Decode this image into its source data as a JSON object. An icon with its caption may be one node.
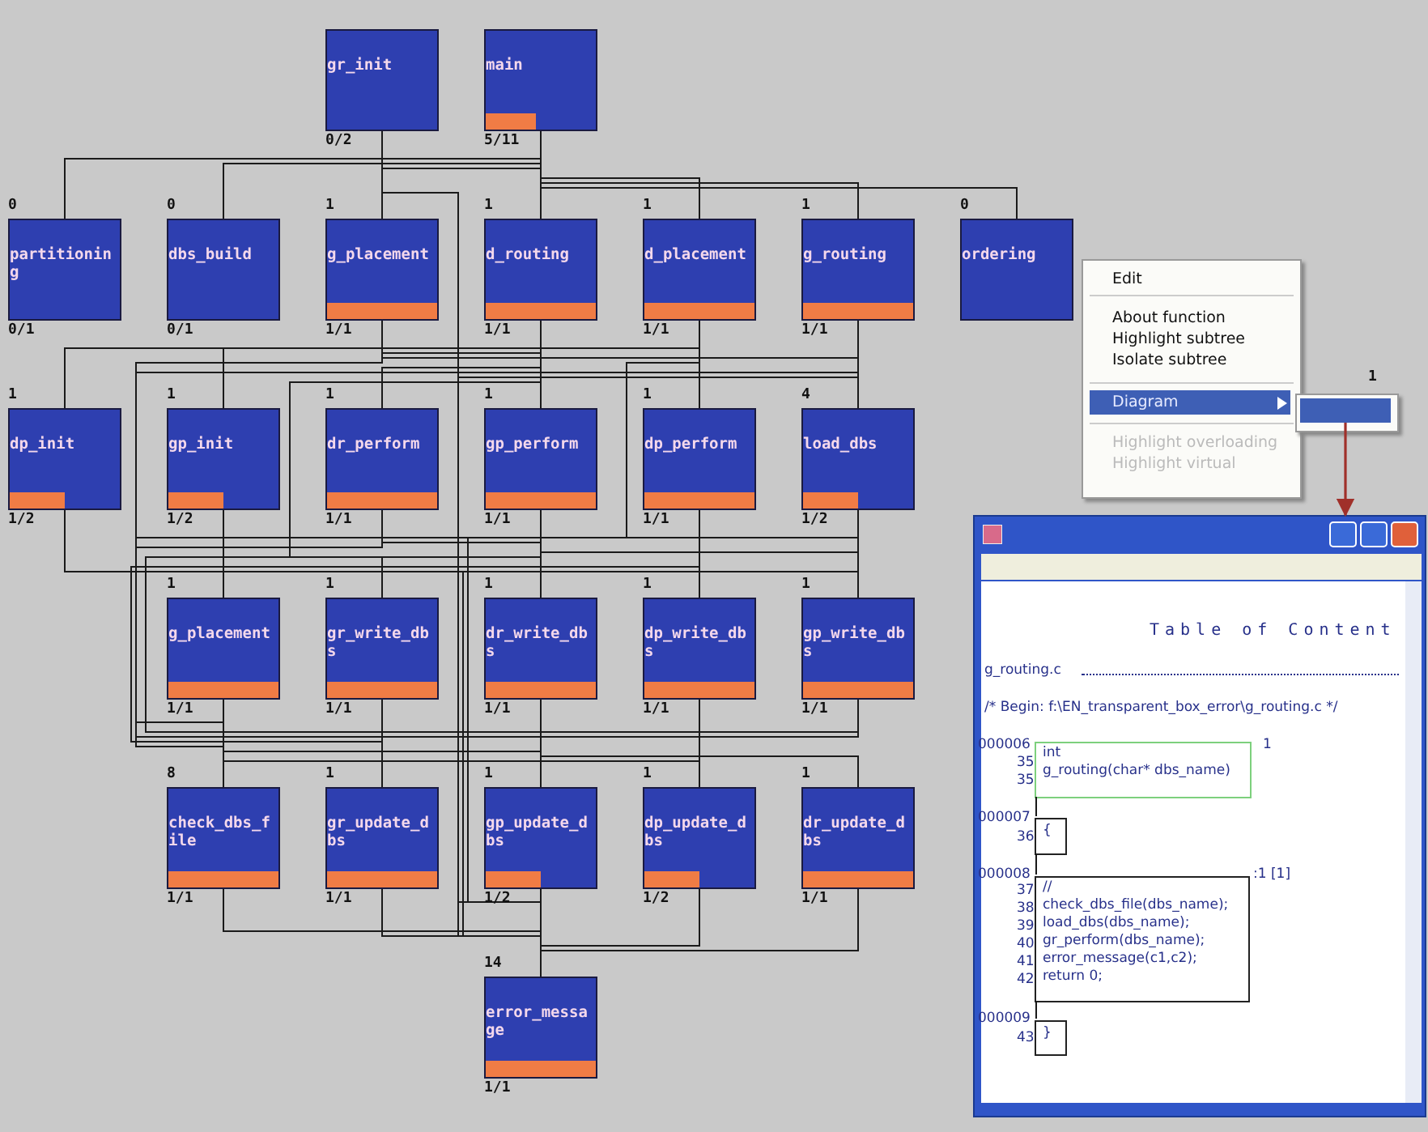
{
  "diagram": {
    "nodes": [
      {
        "text": [
          "gr_init"
        ],
        "beside": [
          "0/2"
        ]
      },
      {
        "text": [
          "main"
        ],
        "beside": [
          "5/11"
        ]
      },
      {
        "text": [
          "partitioning"
        ],
        "beside": [
          "0",
          "0/1"
        ]
      },
      {
        "text": [
          "dbs_build"
        ],
        "beside": [
          "0",
          "0/1"
        ]
      },
      {
        "text": [
          "g_placement"
        ],
        "beside": [
          "1",
          "1/1"
        ]
      },
      {
        "text": [
          "d_routing"
        ],
        "beside": [
          "1",
          "1/1"
        ]
      },
      {
        "text": [
          "d_placement"
        ],
        "beside": [
          "1",
          "1/1"
        ]
      },
      {
        "text": [
          "g_routing"
        ],
        "beside": [
          "1",
          "1/1"
        ]
      },
      {
        "text": [
          "ordering"
        ],
        "beside": [
          "0"
        ]
      },
      {
        "text": [
          "dp_init"
        ],
        "beside": [
          "1",
          "1/2"
        ]
      },
      {
        "text": [
          "gp_init"
        ],
        "beside": [
          "1",
          "1/2"
        ]
      },
      {
        "text": [
          "dr_perform"
        ],
        "beside": [
          "1",
          "1/1"
        ]
      },
      {
        "text": [
          "gp_perform"
        ],
        "beside": [
          "1",
          "1/1"
        ]
      },
      {
        "text": [
          "dp_perform"
        ],
        "beside": [
          "1",
          "1/1"
        ]
      },
      {
        "text": [
          "load_dbs"
        ],
        "beside": [
          "4",
          "1/2"
        ]
      },
      {
        "text": [
          "g_placement"
        ],
        "beside": [
          "1",
          "1/1"
        ]
      },
      {
        "text": [
          "gr_write_dbs"
        ],
        "beside": [
          "1",
          "1/1"
        ]
      },
      {
        "text": [
          "dr_write_dbs"
        ],
        "beside": [
          "1",
          "1/1"
        ]
      },
      {
        "text": [
          "dp_write_dbs"
        ],
        "beside": [
          "1",
          "1/1"
        ]
      },
      {
        "text": [
          "gp_write_dbs"
        ],
        "beside": [
          "1",
          "1/1"
        ]
      },
      {
        "text": [
          "check_dbs_file"
        ],
        "beside": [
          "8",
          "1/1"
        ]
      },
      {
        "text": [
          "gr_update_dbs"
        ],
        "beside": [
          "1",
          "1/1"
        ]
      },
      {
        "text": [
          "gp_update_dbs"
        ],
        "beside": [
          "1",
          "1/2"
        ]
      },
      {
        "text": [
          "dp_update_dbs"
        ],
        "beside": [
          "1",
          "1/2"
        ]
      },
      {
        "text": [
          "dr_update_dbs"
        ],
        "beside": [
          "1",
          "1/1"
        ]
      },
      {
        "text": [
          "error_message"
        ],
        "beside": [
          "14",
          "1/1"
        ]
      },
      {
        "text": [],
        "shape": "bar"
      },
      {
        "text": [
          "Table of Content",
          "g_routing.c",
          "/* Begin: f:\\EN_transparent_box_error\\g_routing.c */"
        ]
      },
      {
        "text": [
          "int",
          "g_routing(char* dbs_name)"
        ],
        "in": 27
      },
      {
        "text": [
          "{"
        ],
        "in": 27
      },
      {
        "text": [
          "//",
          "check_dbs_file(dbs_name);",
          "load_dbs(dbs_name);",
          "gr_perform(dbs_name);",
          "error_message(c1,c2);",
          "return 0;"
        ],
        "in": 27
      },
      {
        "text": [
          "}"
        ],
        "in": 27
      }
    ],
    "edges": [
      {
        "from": 1,
        "to": 2,
        "arrow": "none"
      },
      {
        "from": 1,
        "to": 3,
        "arrow": "none"
      },
      {
        "from": 1,
        "to": 4,
        "arrow": "none"
      },
      {
        "from": 1,
        "to": 5,
        "arrow": "none"
      },
      {
        "from": 1,
        "to": 6,
        "arrow": "none"
      },
      {
        "from": 1,
        "to": 7,
        "arrow": "none"
      },
      {
        "from": 1,
        "to": 8,
        "arrow": "none"
      },
      {
        "from": 0,
        "to": 25,
        "arrow": "none"
      },
      {
        "from": 4,
        "to": 10,
        "arrow": "none"
      },
      {
        "from": 4,
        "to": 12,
        "arrow": "none"
      },
      {
        "from": 4,
        "to": 14,
        "arrow": "none"
      },
      {
        "from": 4,
        "to": 15,
        "arrow": "none"
      },
      {
        "from": 5,
        "to": 11,
        "arrow": "none"
      },
      {
        "from": 5,
        "to": 13,
        "arrow": "none"
      },
      {
        "from": 5,
        "to": 14,
        "arrow": "none"
      },
      {
        "from": 5,
        "to": 16,
        "arrow": "none"
      },
      {
        "from": 6,
        "to": 9,
        "arrow": "none"
      },
      {
        "from": 6,
        "to": 13,
        "arrow": "none"
      },
      {
        "from": 6,
        "to": 14,
        "arrow": "none"
      },
      {
        "from": 6,
        "to": 18,
        "arrow": "none"
      },
      {
        "from": 7,
        "to": 14,
        "arrow": "none"
      },
      {
        "from": 7,
        "to": 20,
        "arrow": "none"
      },
      {
        "from": 7,
        "to": 25,
        "arrow": "none"
      },
      {
        "from": 9,
        "to": 25,
        "arrow": "none"
      },
      {
        "from": 10,
        "to": 25,
        "arrow": "none"
      },
      {
        "from": 11,
        "to": 17,
        "arrow": "none"
      },
      {
        "from": 11,
        "to": 20,
        "arrow": "none"
      },
      {
        "from": 12,
        "to": 19,
        "arrow": "none"
      },
      {
        "from": 12,
        "to": 20,
        "arrow": "none"
      },
      {
        "from": 13,
        "to": 18,
        "arrow": "none"
      },
      {
        "from": 13,
        "to": 20,
        "arrow": "none"
      },
      {
        "from": 14,
        "to": 20,
        "arrow": "none"
      },
      {
        "from": 14,
        "to": 25,
        "arrow": "none"
      },
      {
        "from": 15,
        "to": 20,
        "arrow": "none"
      },
      {
        "from": 15,
        "to": 22,
        "arrow": "none"
      },
      {
        "from": 16,
        "to": 20,
        "arrow": "none"
      },
      {
        "from": 16,
        "to": 21,
        "arrow": "none"
      },
      {
        "from": 17,
        "to": 20,
        "arrow": "none"
      },
      {
        "from": 17,
        "to": 24,
        "arrow": "none"
      },
      {
        "from": 18,
        "to": 20,
        "arrow": "none"
      },
      {
        "from": 18,
        "to": 23,
        "arrow": "none"
      },
      {
        "from": 19,
        "to": 20,
        "arrow": "none"
      },
      {
        "from": 19,
        "to": 22,
        "arrow": "none"
      },
      {
        "from": 20,
        "to": 25,
        "arrow": "none"
      },
      {
        "from": 21,
        "to": 25,
        "arrow": "none"
      },
      {
        "from": 22,
        "to": 25,
        "arrow": "none"
      },
      {
        "from": 23,
        "to": 25,
        "arrow": "none"
      },
      {
        "from": 24,
        "to": 25,
        "arrow": "none"
      },
      {
        "from": 26,
        "to": 27,
        "arrow": "to",
        "color": "#a0302a"
      },
      {
        "from": 28,
        "to": 29,
        "arrow": "none"
      },
      {
        "from": 29,
        "to": 30,
        "arrow": "none"
      },
      {
        "from": 30,
        "to": 31,
        "arrow": "none"
      }
    ],
    "labels": [
      "Edit",
      "About function",
      "Highlight subtree",
      "Isolate subtree",
      "Diagram",
      "Highlight overloading",
      "Highlight virtual",
      "1",
      "000006",
      "35",
      "35",
      "1",
      "000007",
      "36",
      "000008",
      ":1 [1]",
      "37",
      "38",
      "39",
      "40",
      "41",
      "42",
      "000009",
      "43"
    ]
  }
}
